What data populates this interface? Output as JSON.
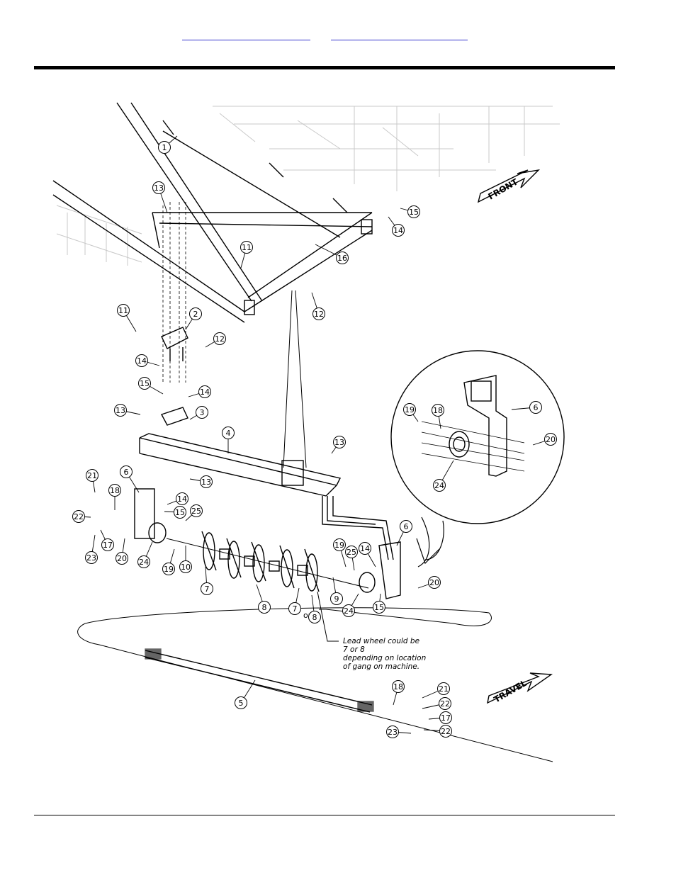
{
  "header": {
    "link_a": "",
    "link_b": ""
  },
  "diagram": {
    "arrows": {
      "front": "FRONT",
      "travel": "TRAVEL"
    },
    "note": {
      "lines": [
        "Lead wheel could be",
        "7 or 8",
        "depending on location",
        "of gang on machine."
      ]
    },
    "or_label": "or",
    "callouts": [
      {
        "id": "c1",
        "label": "1"
      },
      {
        "id": "c13a",
        "label": "13"
      },
      {
        "id": "c15a",
        "label": "15"
      },
      {
        "id": "c14a",
        "label": "14"
      },
      {
        "id": "c16",
        "label": "16"
      },
      {
        "id": "c11a",
        "label": "11"
      },
      {
        "id": "c12a",
        "label": "12"
      },
      {
        "id": "c11b",
        "label": "11"
      },
      {
        "id": "c2",
        "label": "2"
      },
      {
        "id": "c12b",
        "label": "12"
      },
      {
        "id": "c14b",
        "label": "14"
      },
      {
        "id": "c15b",
        "label": "15"
      },
      {
        "id": "c14c",
        "label": "14"
      },
      {
        "id": "c13b",
        "label": "13"
      },
      {
        "id": "c3",
        "label": "3"
      },
      {
        "id": "c4",
        "label": "4"
      },
      {
        "id": "c13c",
        "label": "13"
      },
      {
        "id": "c13d",
        "label": "13"
      },
      {
        "id": "c6a",
        "label": "6"
      },
      {
        "id": "c21a",
        "label": "21"
      },
      {
        "id": "c18a",
        "label": "18"
      },
      {
        "id": "c22a",
        "label": "22"
      },
      {
        "id": "c17a",
        "label": "17"
      },
      {
        "id": "c23a",
        "label": "23"
      },
      {
        "id": "c20a",
        "label": "20"
      },
      {
        "id": "c24a",
        "label": "24"
      },
      {
        "id": "c19a",
        "label": "19"
      },
      {
        "id": "c10",
        "label": "10"
      },
      {
        "id": "c14d",
        "label": "14"
      },
      {
        "id": "c15c",
        "label": "15"
      },
      {
        "id": "c25a",
        "label": "25"
      },
      {
        "id": "c7a",
        "label": "7"
      },
      {
        "id": "c8a",
        "label": "8"
      },
      {
        "id": "c7b",
        "label": "7"
      },
      {
        "id": "c8b",
        "label": "8"
      },
      {
        "id": "c19b",
        "label": "19"
      },
      {
        "id": "c25b",
        "label": "25"
      },
      {
        "id": "c14e",
        "label": "14"
      },
      {
        "id": "c9",
        "label": "9"
      },
      {
        "id": "c24b",
        "label": "24"
      },
      {
        "id": "c15d",
        "label": "15"
      },
      {
        "id": "c6b",
        "label": "6"
      },
      {
        "id": "c20b",
        "label": "20"
      },
      {
        "id": "c6c",
        "label": "6"
      },
      {
        "id": "c19c",
        "label": "19"
      },
      {
        "id": "c18b",
        "label": "18"
      },
      {
        "id": "c20c",
        "label": "20"
      },
      {
        "id": "c24c",
        "label": "24"
      },
      {
        "id": "c5",
        "label": "5"
      },
      {
        "id": "c18c",
        "label": "18"
      },
      {
        "id": "c21b",
        "label": "21"
      },
      {
        "id": "c22b",
        "label": "22"
      },
      {
        "id": "c17b",
        "label": "17"
      },
      {
        "id": "c23b",
        "label": "23"
      },
      {
        "id": "c22c",
        "label": "22"
      }
    ]
  }
}
